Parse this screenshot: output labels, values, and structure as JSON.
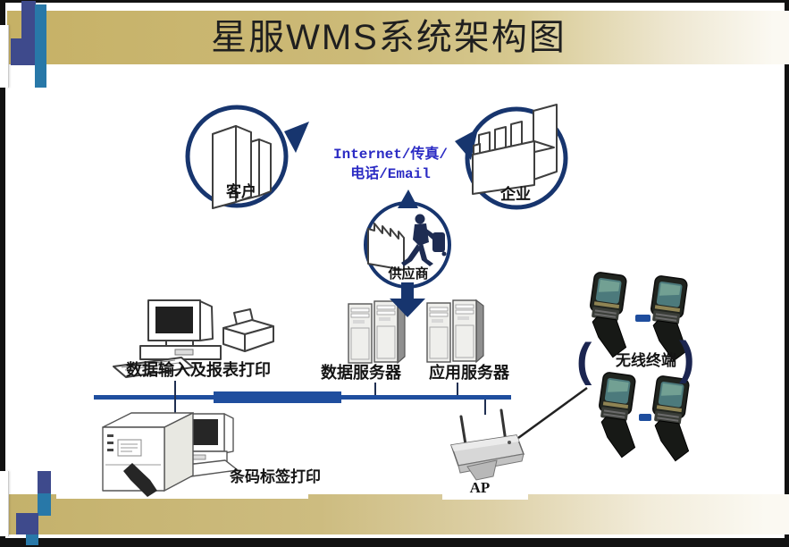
{
  "slide": {
    "title": "星服WMS系统架构图"
  },
  "diagram": {
    "customer": {
      "label": "客户",
      "icon": "buildings-in-circle"
    },
    "enterprise": {
      "label": "企业",
      "icon": "factory-in-circle"
    },
    "supplier": {
      "label": "供应商",
      "icon": "factory-traveler-in-circle"
    },
    "channel": {
      "line1": "Internet/传真/",
      "line2": "电话/Email"
    },
    "workstation": {
      "label": "数据输入及报表打印",
      "icon": "desktop-computer-printer"
    },
    "data_server": {
      "label": "数据服务器",
      "icon": "server-rack"
    },
    "app_server": {
      "label": "应用服务器",
      "icon": "server-rack"
    },
    "barcode_printer": {
      "label": "条码标签打印",
      "icon": "label-printer-computer"
    },
    "access_point": {
      "label": "AP",
      "icon": "wireless-access-point"
    },
    "wireless_terminals": {
      "label": "无线终端",
      "paren_left": "(",
      "paren_right": ")",
      "icon": "handheld-scanner",
      "count": 4
    }
  },
  "colors": {
    "navy": "#17356e",
    "bus_blue": "#1f4e9e",
    "channel_text": "#2b2bc4",
    "band_gold": "#c8b46d",
    "decor_navy": "#3e4a8c",
    "decor_teal": "#2878a8"
  }
}
